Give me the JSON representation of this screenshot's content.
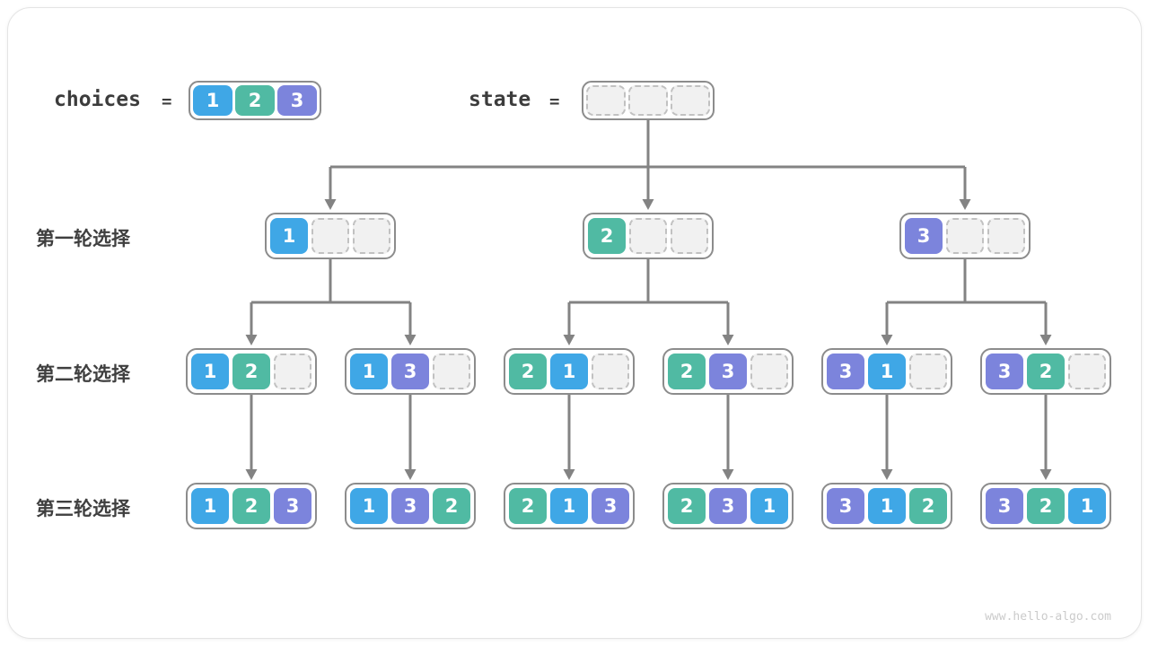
{
  "header": {
    "choices_label": "choices",
    "equals": "=",
    "state_label": "state",
    "choices_values": [
      1,
      2,
      3
    ],
    "state_values": [
      null,
      null,
      null
    ]
  },
  "row_labels": [
    "第一轮选择",
    "第二轮选择",
    "第三轮选择"
  ],
  "tree": {
    "level1": [
      [
        1,
        null,
        null
      ],
      [
        2,
        null,
        null
      ],
      [
        3,
        null,
        null
      ]
    ],
    "level2": [
      [
        1,
        2,
        null
      ],
      [
        1,
        3,
        null
      ],
      [
        2,
        1,
        null
      ],
      [
        2,
        3,
        null
      ],
      [
        3,
        1,
        null
      ],
      [
        3,
        2,
        null
      ]
    ],
    "level3": [
      [
        1,
        2,
        3
      ],
      [
        1,
        3,
        2
      ],
      [
        2,
        1,
        3
      ],
      [
        2,
        3,
        1
      ],
      [
        3,
        1,
        2
      ],
      [
        3,
        2,
        1
      ]
    ]
  },
  "colors": {
    "value1": "#3fa7e6",
    "value2": "#50baa3",
    "value3": "#7c84dc",
    "arrow": "#838383",
    "empty_fill": "#f1f1f1",
    "border": "#8c8c8c"
  },
  "watermark": "www.hello-algo.com"
}
